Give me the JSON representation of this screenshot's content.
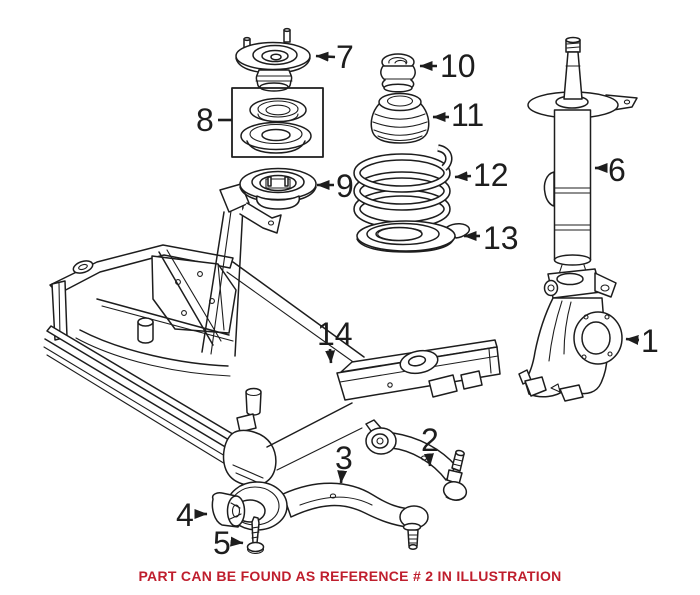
{
  "diagram": {
    "background": "#ffffff",
    "line_color": "#1d1d1d",
    "caption": {
      "text": "PART CAN BE FOUND AS REFERENCE # 2 IN ILLUSTRATION",
      "color": "#bf1e2d"
    },
    "callouts": {
      "c1": {
        "label": "1"
      },
      "c2": {
        "label": "2"
      },
      "c3": {
        "label": "3"
      },
      "c4": {
        "label": "4"
      },
      "c5": {
        "label": "5"
      },
      "c6": {
        "label": "6"
      },
      "c7": {
        "label": "7"
      },
      "c8": {
        "label": "8"
      },
      "c9": {
        "label": "9"
      },
      "c10": {
        "label": "10"
      },
      "c11": {
        "label": "11"
      },
      "c12": {
        "label": "12"
      },
      "c13": {
        "label": "13"
      },
      "c14": {
        "label": "14"
      }
    }
  }
}
